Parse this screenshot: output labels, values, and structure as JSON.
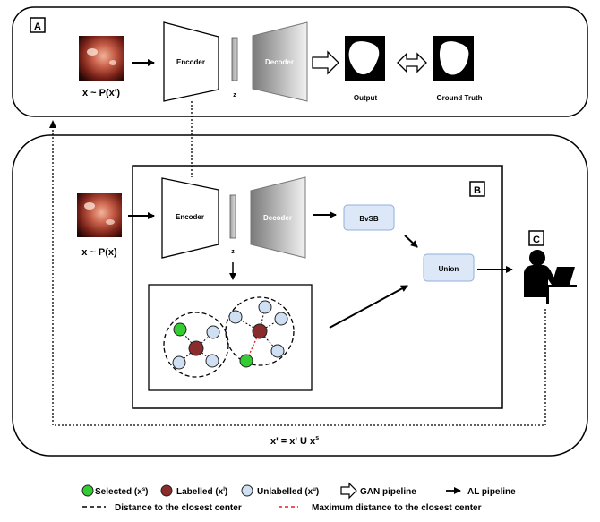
{
  "panels": {
    "a": "A",
    "b": "B",
    "c": "C"
  },
  "top": {
    "input_label": "x ~ P(x')",
    "encoder": "Encoder",
    "z": "z",
    "decoder": "Decoder",
    "output": "Output",
    "ground_truth": "Ground Truth"
  },
  "bottom": {
    "input_label": "x ~ P(x)",
    "encoder": "Encoder",
    "z": "z",
    "decoder": "Decoder",
    "bvsb": "BvSB",
    "union": "Union",
    "formula": "x' = x' U x",
    "formula_sup": "s"
  },
  "legend": {
    "selected": "Selected (x",
    "selected_sup": "s",
    "selected_end": ")",
    "labelled": "Labelled (x",
    "labelled_sup": "l",
    "labelled_end": ")",
    "unlabelled": "Unlabelled (x",
    "unlabelled_sup": "u",
    "unlabelled_end": ")",
    "gan": "GAN pipeline",
    "al": "AL pipeline",
    "distance": "Distance to the closest center",
    "max_distance": "Maximum distance to the closest center"
  },
  "colors": {
    "selected": "#33cc33",
    "labelled": "#8b2c2c",
    "unlabelled": "#cfe0f5",
    "box_fill": "#dce8f7",
    "max_distance": "#e02020"
  }
}
